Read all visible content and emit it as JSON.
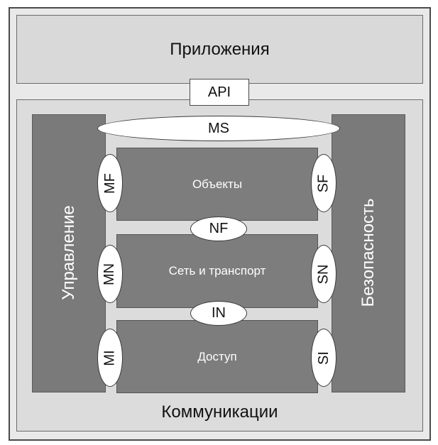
{
  "diagram": {
    "applications_label": "Приложения",
    "api_label": "API",
    "communications_label": "Коммуникации",
    "management_label": "Управление",
    "security_label": "Безопасность",
    "layers": {
      "objects": "Объекты",
      "network": "Сеть и транспорт",
      "access": "Доступ"
    },
    "interfaces": {
      "ms": "MS",
      "nf": "NF",
      "in": "IN",
      "mf": "MF",
      "mn": "MN",
      "mi": "MI",
      "sf": "SF",
      "sn": "SN",
      "si": "SI"
    },
    "colors": {
      "outer_background": "#e9e9e9",
      "applications_fill": "#d9d9d9",
      "communications_fill": "#dcdcdc",
      "column_fill": "#7a7a7a",
      "layer_fill": "#7d7d7d",
      "interface_fill": "#ffffff"
    }
  }
}
